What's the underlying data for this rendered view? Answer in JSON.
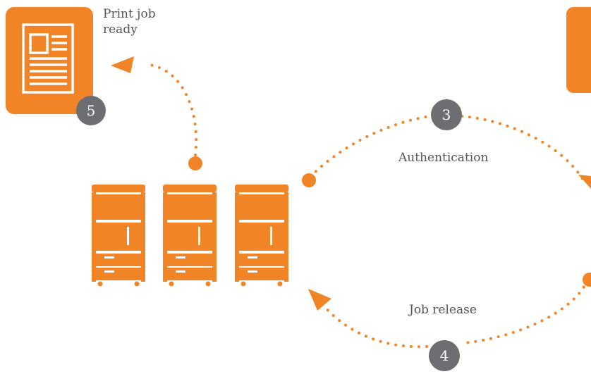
{
  "colors": {
    "accent": "#F08426",
    "badge": "#6D6E71",
    "label_text": "#555555",
    "background": "#FFFFFF"
  },
  "icons": {
    "document": "document-icon",
    "printer": "printer-icon"
  },
  "steps": {
    "authentication": {
      "number": "3",
      "label": "Authentication"
    },
    "job_release": {
      "number": "4",
      "label": "Job release"
    },
    "print_job_ready": {
      "number": "5",
      "label_line1": "Print job",
      "label_line2": "ready"
    }
  }
}
